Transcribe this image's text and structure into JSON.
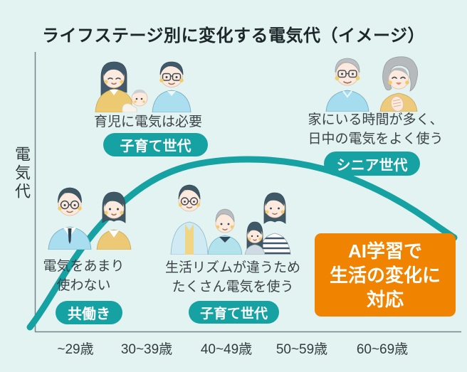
{
  "title": "ライフステージ別に変化する電気代（イメージ）",
  "y_axis_label": "電気代",
  "x_axis_labels": [
    "~29歳",
    "30~39歳",
    "40~49歳",
    "50~59歳",
    "60~69歳"
  ],
  "groups": {
    "baby_family": {
      "caption": "育児に電気は必要",
      "badge": "子育て世代",
      "illustration": "parents-with-baby"
    },
    "senior": {
      "caption_line1": "家にいる時間が多く、",
      "caption_line2": "日中の電気をよく使う",
      "badge": "シニア世代",
      "illustration": "senior-couple"
    },
    "dual_income": {
      "caption_line1": "電気をあまり",
      "caption_line2": "使わない",
      "badge": "共働き",
      "illustration": "working-couple"
    },
    "teen_family": {
      "caption_line1": "生活リズムが違うため",
      "caption_line2": "たくさん電気を使う",
      "badge": "子育て世代",
      "illustration": "family-of-four"
    }
  },
  "callout": {
    "line1": "AI学習で",
    "line2": "生活の変化に",
    "line3": "対応"
  },
  "colors": {
    "background": "#e2f3f1",
    "accent_teal": "#16a1a3",
    "accent_orange": "#f08300",
    "text": "#3c4247",
    "axis": "#76838a"
  },
  "chart_data": {
    "type": "line",
    "title": "ライフステージ別に変化する電気代（イメージ）",
    "xlabel": "",
    "ylabel": "電気代",
    "categories": [
      "~29歳",
      "30~39歳",
      "40~49歳",
      "50~59歳",
      "60~69歳"
    ],
    "series": [
      {
        "name": "電気代（イメージ）",
        "values_relative_percent": [
          30,
          88,
          100,
          97,
          80
        ]
      }
    ],
    "ylim_relative_percent": [
      0,
      100
    ],
    "grid": false,
    "legend": false,
    "note": "概念図（数値軸なし）。曲線は~29歳で低く上昇、40~49歳で最大の台地、その後シニア世代にかけて約55%相当まで低下する。",
    "stage_annotations": [
      {
        "stage": "共働き",
        "text": "電気をあまり使わない"
      },
      {
        "stage": "子育て世代",
        "text": "育児に電気は必要"
      },
      {
        "stage": "子育て世代",
        "text": "生活リズムが違うためたくさん電気を使う"
      },
      {
        "stage": "シニア世代",
        "text": "家にいる時間が多く、日中の電気をよく使う"
      }
    ],
    "callout": "AI学習で生活の変化に対応"
  }
}
